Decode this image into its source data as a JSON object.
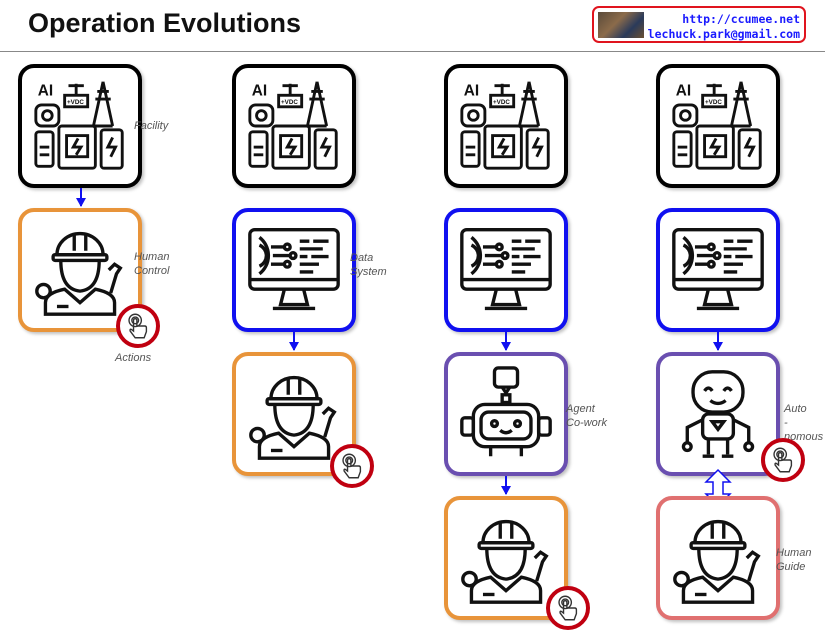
{
  "title": "Operation Evolutions",
  "badge": {
    "url": "http://ccumee.net",
    "email": "lechuck.park@gmail.com"
  },
  "labels": {
    "facility": "Facility",
    "human_control_1": "Human",
    "human_control_2": "Control",
    "actions": "Actions",
    "data_system_1": "Data",
    "data_system_2": "System",
    "agent_1": "Agent",
    "agent_2": "Co-work",
    "auto_1": "Auto",
    "auto_2": "-nomous",
    "guide_1": "Human",
    "guide_2": "Guide"
  },
  "icon_text": {
    "ai": "AI",
    "vdc": "+VDC"
  },
  "colors": {
    "facility": "#000000",
    "data_system": "#1010f0",
    "human": "#e8943a",
    "agent": "#6a4fb0",
    "guide": "#e07070",
    "action": "#c00010"
  }
}
